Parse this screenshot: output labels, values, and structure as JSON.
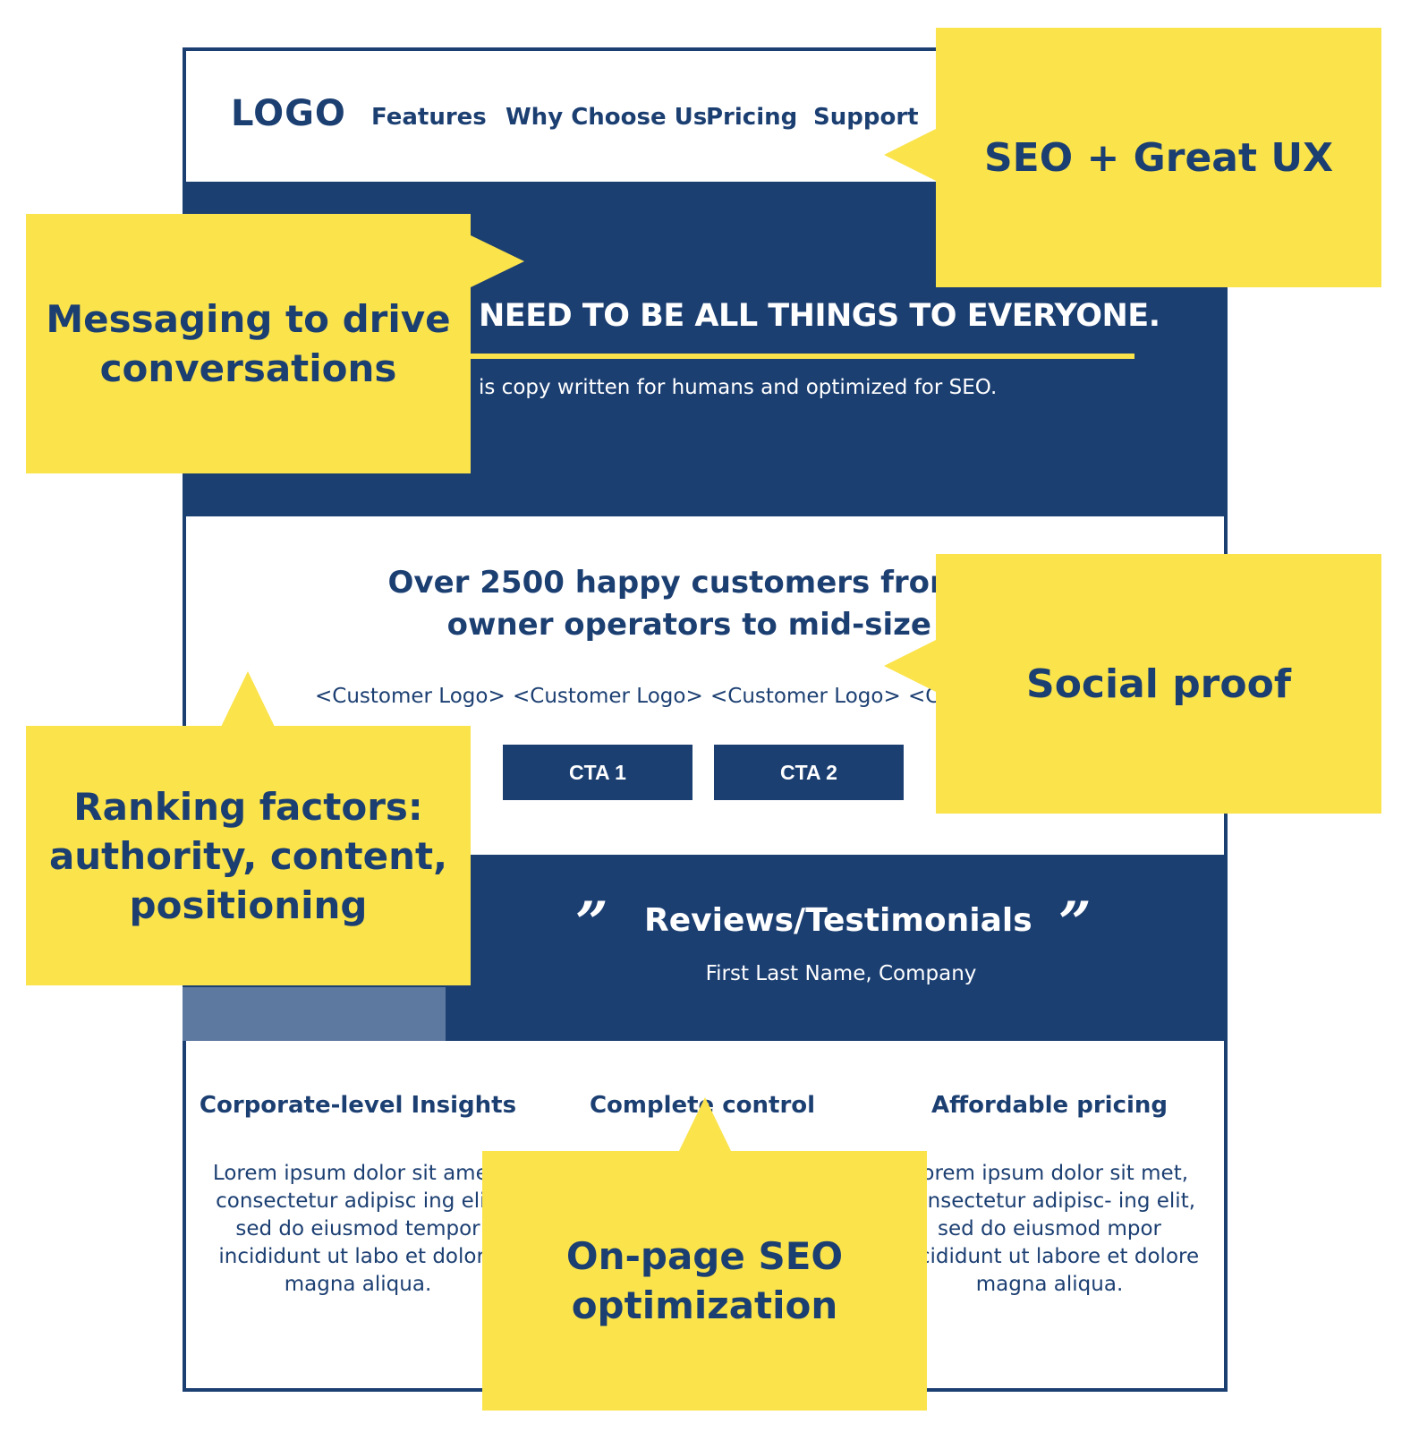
{
  "nav": {
    "logo": "LOGO",
    "links": [
      "Features",
      "Why Choose Us",
      "Pricing",
      "Support"
    ]
  },
  "hero": {
    "headline": "NEED TO BE ALL THINGS TO EVERYONE.",
    "subtext": "is copy written for humans and optimized for SEO."
  },
  "social_proof": {
    "headline_line1": "Over 2500 happy customers from ind",
    "headline_line2": "owner operators to mid-size oper",
    "customer_logos": [
      "<Customer Logo>",
      "<Customer Logo>",
      "<Customer Logo>",
      "<C"
    ],
    "cta1": "CTA 1",
    "cta2": "CTA 2"
  },
  "reviews": {
    "title": "Reviews/Testimonials",
    "open_quote": "”",
    "close_quote": "”",
    "attribution": "First Last Name, Company"
  },
  "features": [
    {
      "title": "Corporate-level Insights",
      "body": "Lorem ipsum dolor sit amet, consectetur adipisc ing elit, sed do eiusmod tempor incididunt ut labo et dolore magna aliqua."
    },
    {
      "title": "Complete control",
      "body": ""
    },
    {
      "title": "Affordable pricing",
      "body": "Lorem ipsum dolor sit met, consectetur adipisc- ing elit, sed do eiusmod mpor incididunt ut labore et dolore magna aliqua."
    }
  ],
  "callouts": {
    "seo_ux": "SEO + Great UX",
    "messaging_line1": "Messaging to drive",
    "messaging_line2": "conversations",
    "social_proof": "Social proof",
    "ranking_line1": "Ranking factors:",
    "ranking_line2": "authority, content,",
    "ranking_line3": "positioning",
    "onpage_line1": "On-page SEO",
    "onpage_line2": "optimization"
  },
  "colors": {
    "navy": "#1c3f72",
    "yellow": "#fbe34b",
    "light_blue": "#5d79a0",
    "white": "#ffffff"
  }
}
